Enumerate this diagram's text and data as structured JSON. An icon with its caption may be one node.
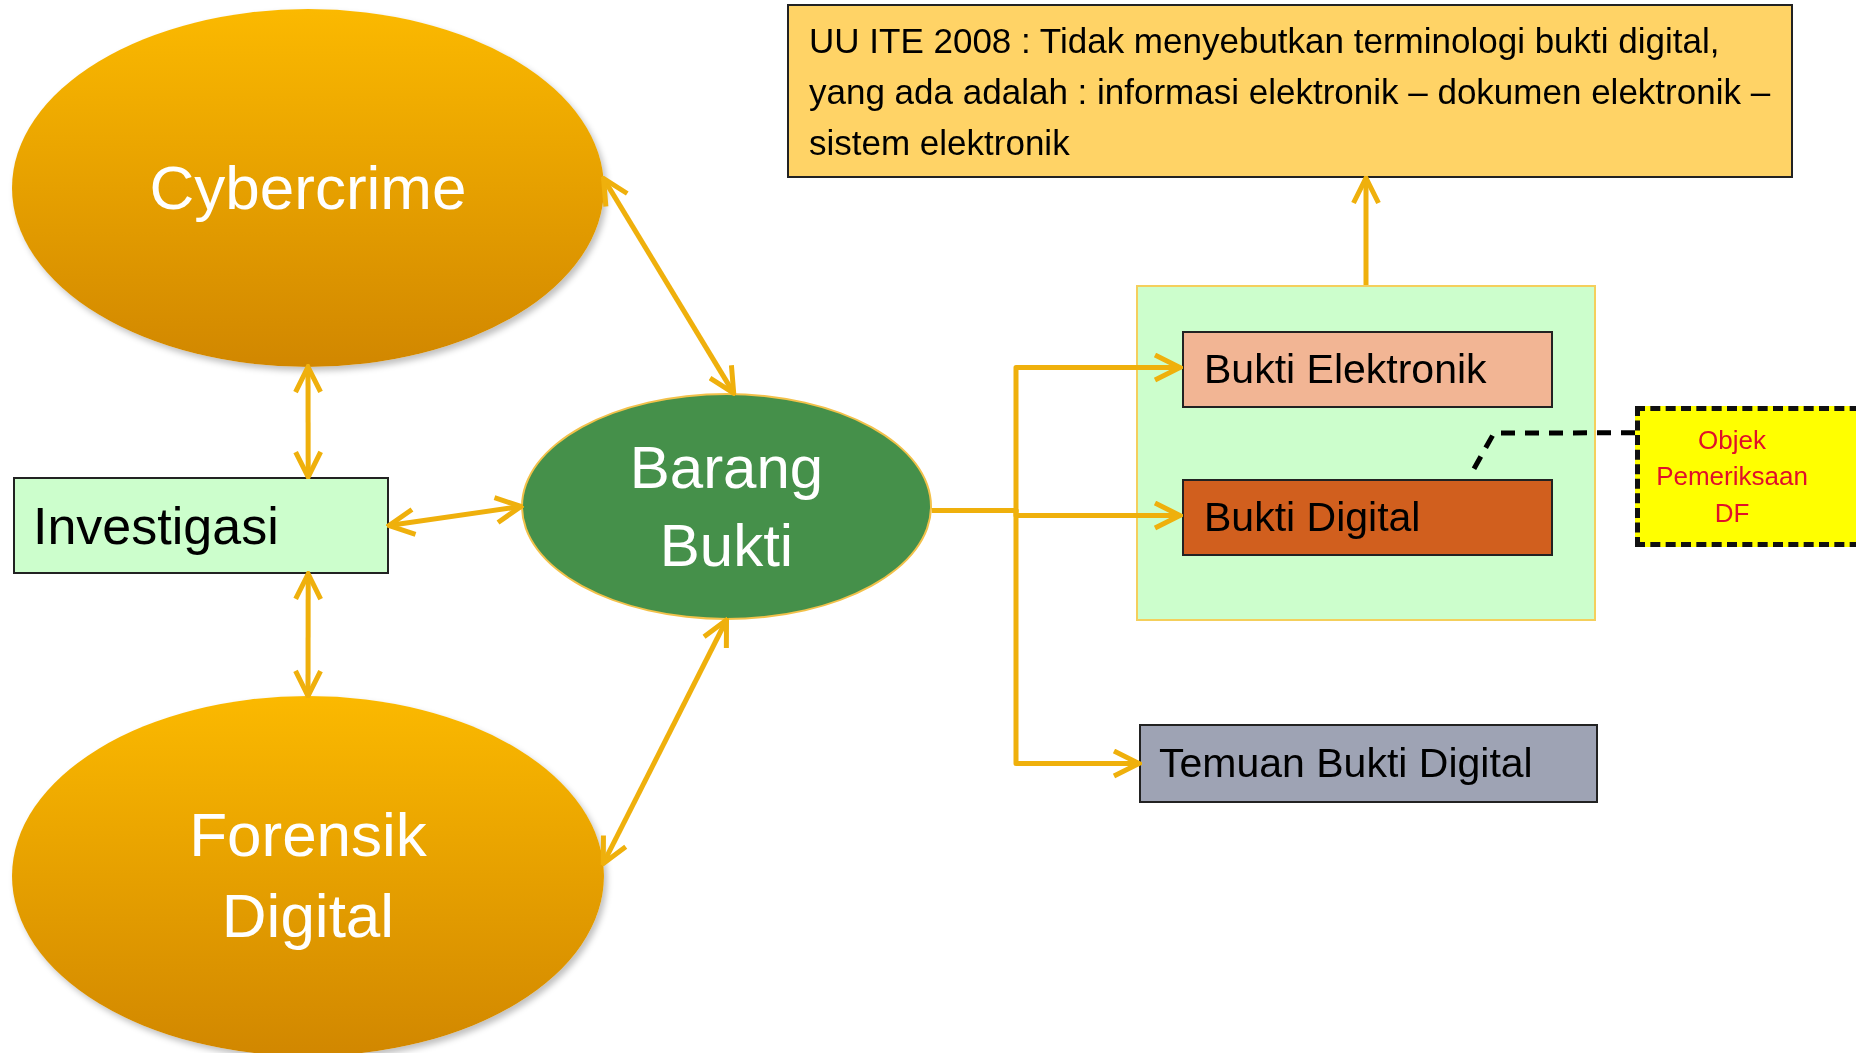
{
  "diagram": {
    "nodes": [
      {
        "text": [
          "Cybercrime"
        ]
      },
      {
        "text": [
          "Investigasi"
        ]
      },
      {
        "text": [
          "Barang Bukti"
        ]
      },
      {
        "text": [
          "Forensik Digital"
        ]
      },
      {
        "text": [
          "UU ITE 2008 : Tidak menyebutkan terminologi bukti digital, yang ada adalah : informasi elektronik – dokumen elektronik – sistem elektronik"
        ]
      },
      {
        "text": [],
        "shape": "box"
      },
      {
        "text": [
          "Bukti Elektronik"
        ],
        "in": 5
      },
      {
        "text": [
          "Bukti Digital"
        ],
        "in": 5
      },
      {
        "text": [
          "Temuan Bukti Digital"
        ]
      },
      {
        "text": [
          "Objek Pemeriksaan DF"
        ]
      }
    ],
    "edges": [
      {
        "from": 0,
        "to": 1,
        "arrow": "both"
      },
      {
        "from": 1,
        "to": 2,
        "arrow": "both"
      },
      {
        "from": 1,
        "to": 3,
        "arrow": "both"
      },
      {
        "from": 0,
        "to": 2,
        "arrow": "both"
      },
      {
        "from": 3,
        "to": 2,
        "arrow": "both"
      },
      {
        "from": 2,
        "to": 6,
        "arrow": "to"
      },
      {
        "from": 2,
        "to": 7,
        "arrow": "to"
      },
      {
        "from": 2,
        "to": 8,
        "arrow": "to"
      },
      {
        "from": 5,
        "to": 4,
        "arrow": "to"
      },
      {
        "from": 9,
        "to": 7,
        "arrow": "none",
        "style": "dashed",
        "color": "#000000"
      }
    ]
  }
}
